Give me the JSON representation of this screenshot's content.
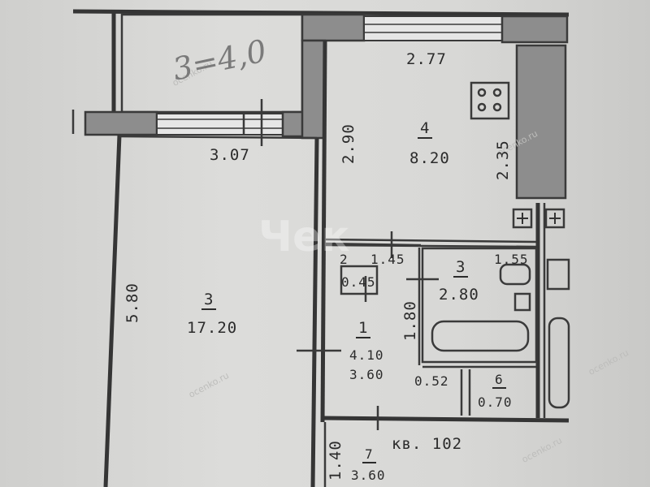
{
  "balcony": {
    "area_handwritten": "3=4,0"
  },
  "rooms": {
    "kitchen": {
      "number": "4",
      "area": "8.20"
    },
    "living": {
      "number": "3",
      "area": "17.20"
    },
    "hall": {
      "number": "1",
      "area": "4.10",
      "area_extra": "3.60"
    },
    "closet": {
      "number": "2",
      "area": "0.45"
    },
    "bathroom": {
      "number": "3",
      "area": "2.80"
    },
    "toilet": {
      "number": "6",
      "area": "0.70"
    },
    "room7": {
      "number": "7",
      "area": "3.60"
    }
  },
  "dimensions": {
    "kitchen_width": "2.77",
    "kitchen_height": "2.90",
    "kitchen_side": "2.35",
    "living_width": "3.07",
    "living_height": "5.80",
    "hall_width": "1.45",
    "hall_height": "1.80",
    "bath_width": "1.55",
    "toilet_width": "0.52",
    "room7_height": "1.40"
  },
  "apartment_label": "кв. 102",
  "watermark": "Чек",
  "watermark_small": "ocenko.ru"
}
